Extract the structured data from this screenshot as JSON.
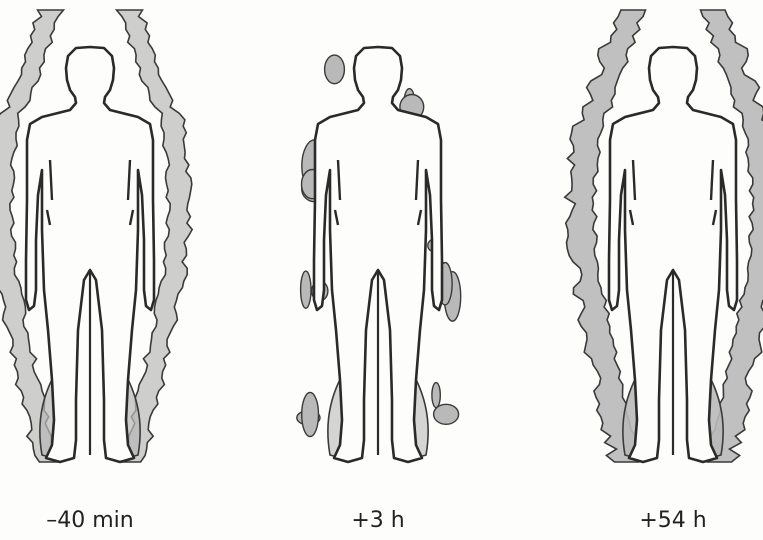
{
  "figures": [
    {
      "caption": "–40 min",
      "aura_level": 0.55
    },
    {
      "caption": "+3 h",
      "aura_level": 0.22
    },
    {
      "caption": "+54 h",
      "aura_level": 1.0
    }
  ],
  "colors": {
    "background": "#fdfdfb",
    "outline": "#2a2a2a",
    "aura_fill": "#b9b9b9",
    "aura_edge": "#3a3a3a"
  }
}
